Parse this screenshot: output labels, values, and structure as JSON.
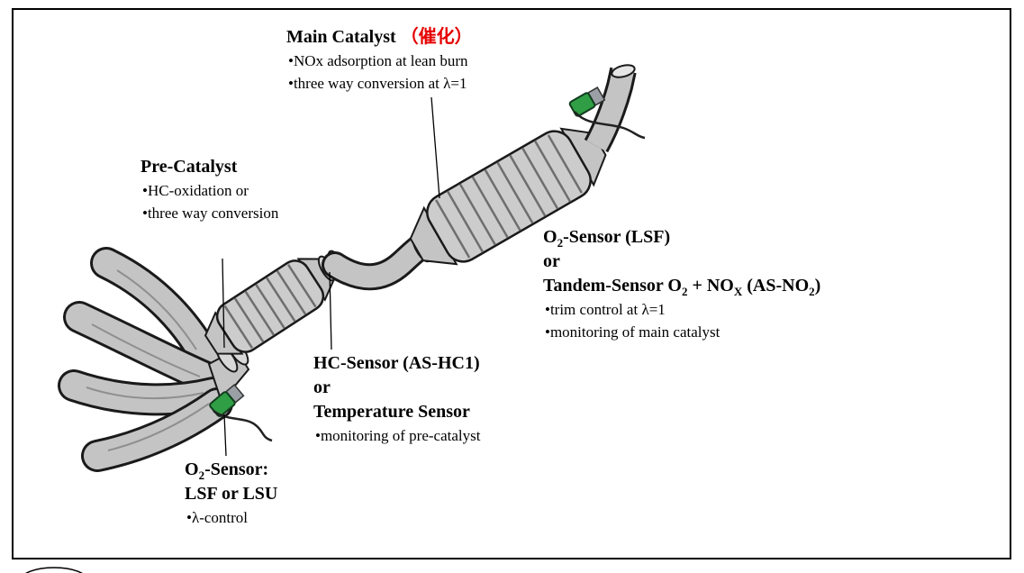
{
  "labels": {
    "main_catalyst": {
      "title_segs": [
        {
          "t": "Main Catalyst "
        },
        {
          "t": "（催化）",
          "color": "#e60000"
        }
      ],
      "bullets": [
        "•NOx adsorption at lean burn",
        "•three way conversion at λ=1"
      ]
    },
    "pre_catalyst": {
      "title": "Pre-Catalyst",
      "bullets": [
        "•HC-oxidation or",
        "•three way conversion"
      ]
    },
    "o2_sensor_lsf": {
      "line1_segs": [
        {
          "t": "O"
        },
        {
          "t": "2",
          "sub": true
        },
        {
          "t": "-Sensor (LSF)"
        }
      ],
      "line2": "or",
      "line3_segs": [
        {
          "t": "Tandem-Sensor O"
        },
        {
          "t": "2",
          "sub": true
        },
        {
          "t": " + NO"
        },
        {
          "t": "X",
          "sub": true
        },
        {
          "t": " (AS-NO"
        },
        {
          "t": "2",
          "sub": true
        },
        {
          "t": ")"
        }
      ],
      "bullets": [
        "•trim control at λ=1",
        "•monitoring of main catalyst"
      ]
    },
    "hc_sensor": {
      "line1": "HC-Sensor (AS-HC1)",
      "line2": "or",
      "line3": "Temperature Sensor",
      "bullets": [
        "•monitoring of pre-catalyst"
      ]
    },
    "o2_sensor_lambda": {
      "line1_segs": [
        {
          "t": "O"
        },
        {
          "t": "2",
          "sub": true
        },
        {
          "t": "-Sensor:"
        }
      ],
      "line2": "LSF or LSU",
      "bullets": [
        "•λ-control"
      ]
    }
  },
  "colors": {
    "accent_red": "#e60000",
    "sensor_green": "#2f9e44",
    "pipe_gray": "#c4c4c4"
  }
}
